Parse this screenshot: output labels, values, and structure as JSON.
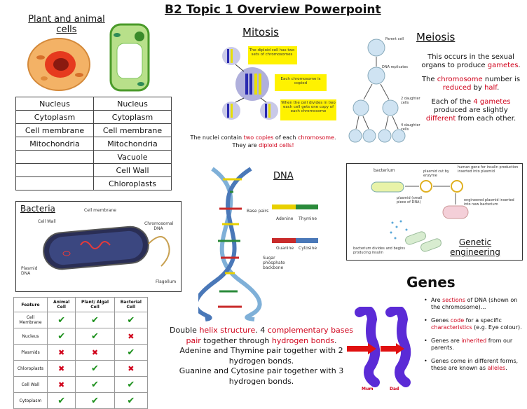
{
  "title": "B2 Topic 1 Overview Powerpoint",
  "cells": {
    "heading": "Plant and animal cells",
    "rows": [
      [
        "Nucleus",
        "Nucleus"
      ],
      [
        "Cytoplasm",
        "Cytoplasm"
      ],
      [
        "Cell membrane",
        "Cell membrane"
      ],
      [
        "Mitochondria",
        "Mitochondria"
      ],
      [
        "",
        "Vacuole"
      ],
      [
        "",
        "Cell Wall"
      ],
      [
        "",
        "Chloroplasts"
      ]
    ]
  },
  "mitosis": {
    "heading": "Mitosis",
    "label1": "The diploid cell has two sets of chromosomes",
    "label2": "Each chromosome is copied",
    "label3": "When the cell divides in two each cell gets one copy of each chromosome",
    "caption_a": "The nuclei contain ",
    "caption_b": "two copies",
    "caption_c": " of each ",
    "caption_d": "chromosome",
    "caption_e": ".",
    "caption2_a": "They are ",
    "caption2_b": "diploid cells!"
  },
  "meiosis": {
    "heading": "Meiosis",
    "parent": "Parent cell",
    "dna_rep": "DNA replicates",
    "two": "2 daughter cells",
    "four": "4 daughter cells",
    "p1_a": "This occurs in the sexual organs to produce ",
    "p1_b": "gametes",
    "p1_c": ".",
    "p2_a": "The ",
    "p2_b": "chromosome",
    "p2_c": " number is ",
    "p2_d": "reduced",
    "p2_e": " by ",
    "p2_f": "half",
    "p2_g": ".",
    "p3_a": "Each of the ",
    "p3_b": "4 gametes",
    "p3_c": " produced are slightly ",
    "p3_d": "different",
    "p3_e": " from each other."
  },
  "bacteria": {
    "heading": "Bacteria",
    "cell_wall": "Cell Wall",
    "cell_membrane": "Cell membrane",
    "chromosomal": "Chromosomal DNA",
    "plasmid": "Plasmid DNA",
    "flagellum": "Flagellum"
  },
  "dna": {
    "heading": "DNA",
    "base_pairs": "Base pairs",
    "adenine": "Adenine",
    "thymine": "Thymine",
    "guanine": "Guanine",
    "cytosine": "Cytosine",
    "backbone": "Sugar phosphate backbone",
    "t1_a": "Double ",
    "t1_b": "helix structure",
    "t1_c": ". 4 ",
    "t1_d": "complementary bases pair",
    "t1_e": " together through ",
    "t1_f": "hydrogen bonds",
    "t1_g": ".",
    "t2": "Adenine and Thymine pair together with 2 hydrogen bonds.",
    "t3": "Guanine and Cytosine pair together with 3 hydrogen bonds."
  },
  "genetic": {
    "heading": "Genetic engineering",
    "bacterium": "bacterium",
    "plasmid_cut": "plasmid cut by enzyme",
    "human_gene": "human gene for insulin production inserted into plasmid",
    "plasmid_small": "plasmid (small piece of DNA)",
    "engineered": "engineered plasmid inserted into new bacterium",
    "divides": "bacterium divides and begins producing insulin"
  },
  "comparison": {
    "headers": [
      "Feature",
      "Animal Cell",
      "Plant/ Algal Cell",
      "Bacterial Cell"
    ],
    "rows": [
      {
        "feature": "Cell Membrane",
        "marks": [
          "tick",
          "tick",
          "tick"
        ]
      },
      {
        "feature": "Nucleus",
        "marks": [
          "tick",
          "tick",
          "cross"
        ]
      },
      {
        "feature": "Plasmids",
        "marks": [
          "cross",
          "cross",
          "tick"
        ]
      },
      {
        "feature": "Chloroplasts",
        "marks": [
          "cross",
          "tick",
          "cross"
        ]
      },
      {
        "feature": "Cell Wall",
        "marks": [
          "cross",
          "tick",
          "tick"
        ]
      },
      {
        "feature": "Cytoplasm",
        "marks": [
          "tick",
          "tick",
          "tick"
        ]
      }
    ]
  },
  "genes": {
    "heading": "Genes",
    "mum": "Mum",
    "dad": "Dad",
    "b1_a": "Are ",
    "b1_b": "sections",
    "b1_c": " of DNA (shown on the chromosome)...",
    "b2_a": "Genes ",
    "b2_b": "code",
    "b2_c": " for a specific ",
    "b2_d": "characteristics",
    "b2_e": " (e.g. Eye colour).",
    "b3_a": "Genes are ",
    "b3_b": "inherited",
    "b3_c": " from our parents.",
    "b4_a": "Genes come in different forms, these are known as ",
    "b4_b": "alleles",
    "b4_c": "."
  },
  "colors": {
    "accent_red": "#d0021b",
    "tick_green": "#1a8f1a",
    "chromosome_purple": "#5b2bd6",
    "mitosis_label_yellow": "#fff200"
  }
}
